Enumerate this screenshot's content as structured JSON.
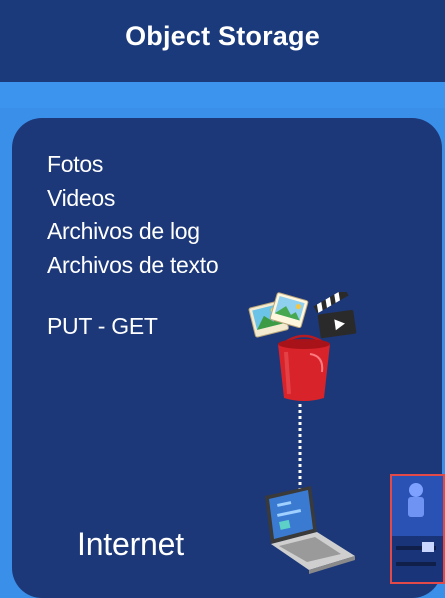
{
  "header": {
    "title": "Object Storage"
  },
  "content": {
    "items": [
      "Fotos",
      "Videos",
      "Archivos de log",
      "Archivos de texto"
    ],
    "methods": "PUT - GET",
    "network_label": "Internet"
  },
  "icons": [
    "photos-icon",
    "clapperboard-icon",
    "bucket-icon",
    "laptop-icon"
  ],
  "colors": {
    "header_bg": "#1a3a7c",
    "page_bg": "#3a8fe8",
    "card_bg": "#1c3879",
    "bucket": "#d8232a",
    "text": "#ffffff"
  }
}
